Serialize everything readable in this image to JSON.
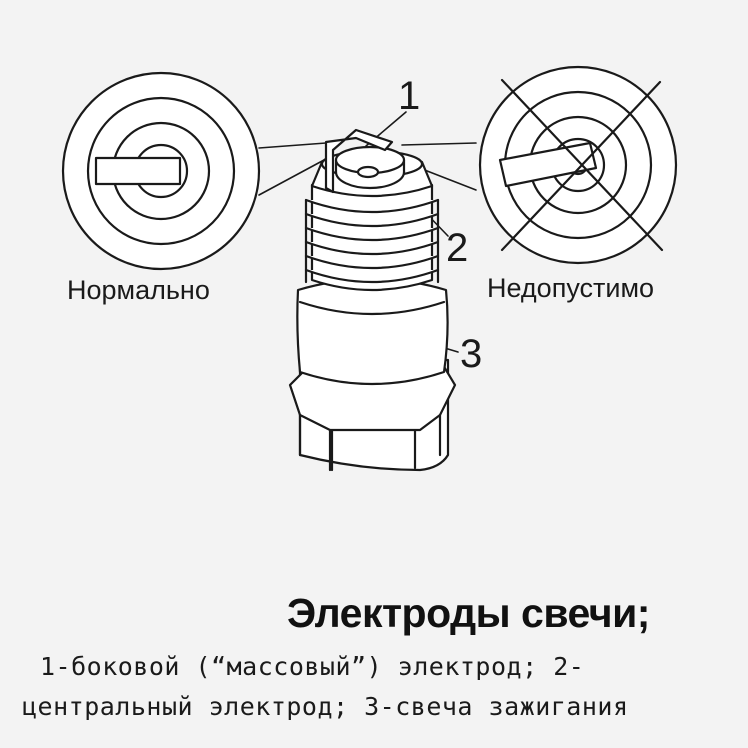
{
  "labels": {
    "normal": "Нормально",
    "invalid": "Недопустимо",
    "callout_1": "1",
    "callout_2": "2",
    "callout_3": "3"
  },
  "caption": {
    "title": "Электроды свечи;",
    "line1": "1-боковой (“массовый”) электрод; 2-",
    "line2": "центральный электрод; 3-свеча зажигания"
  },
  "colors": {
    "line": "#1a1a1a",
    "fill": "#ffffff",
    "background": "#f3f3f3"
  }
}
